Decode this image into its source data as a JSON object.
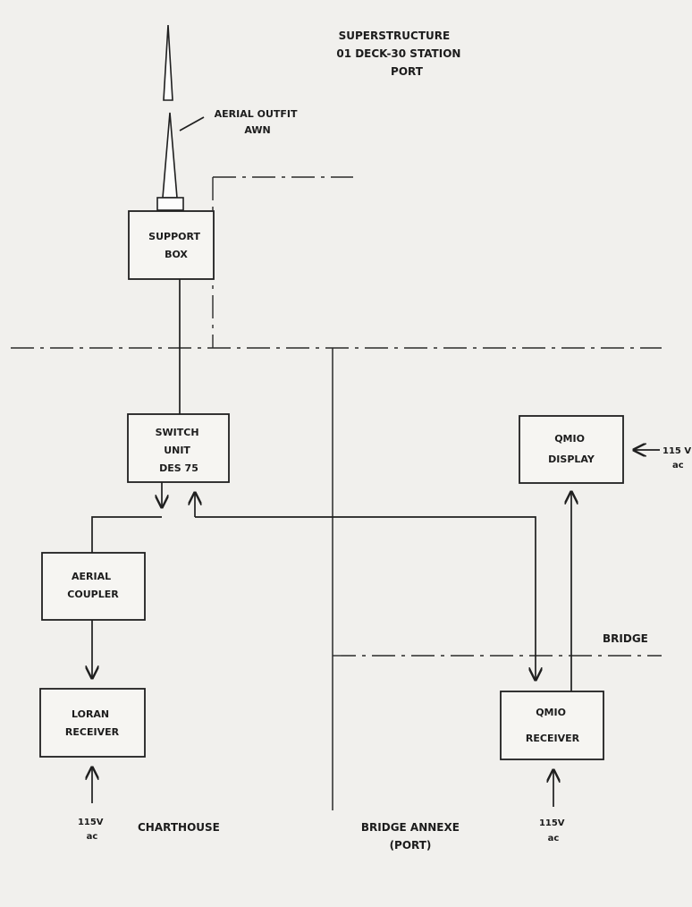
{
  "zones": {
    "superstructure": [
      "SUPERSTRUCTURE",
      "01 DECK-30 STATION",
      "PORT"
    ],
    "charthouse": "CHARTHOUSE",
    "bridge_annexe": [
      "BRIDGE ANNEXE",
      "(PORT)"
    ],
    "bridge": "BRIDGE"
  },
  "aerial": {
    "label": [
      "AERIAL OUTFIT",
      "AWN"
    ]
  },
  "units": {
    "support_box": [
      "SUPPORT",
      "BOX"
    ],
    "switch_unit": [
      "SWITCH",
      "UNIT",
      "DES 75"
    ],
    "aerial_coupler": [
      "AERIAL",
      "COUPLER"
    ],
    "loran_receiver": [
      "LORAN",
      "RECEIVER"
    ],
    "qmio_display": [
      "QMIO",
      "DISPLAY"
    ],
    "qmio_receiver": [
      "QMIO",
      "RECEIVER"
    ]
  },
  "power": {
    "loran": [
      "115V",
      "ac"
    ],
    "qmio_receiver": [
      "115V",
      "ac"
    ],
    "qmio_display": [
      "115 V",
      "ac"
    ]
  }
}
